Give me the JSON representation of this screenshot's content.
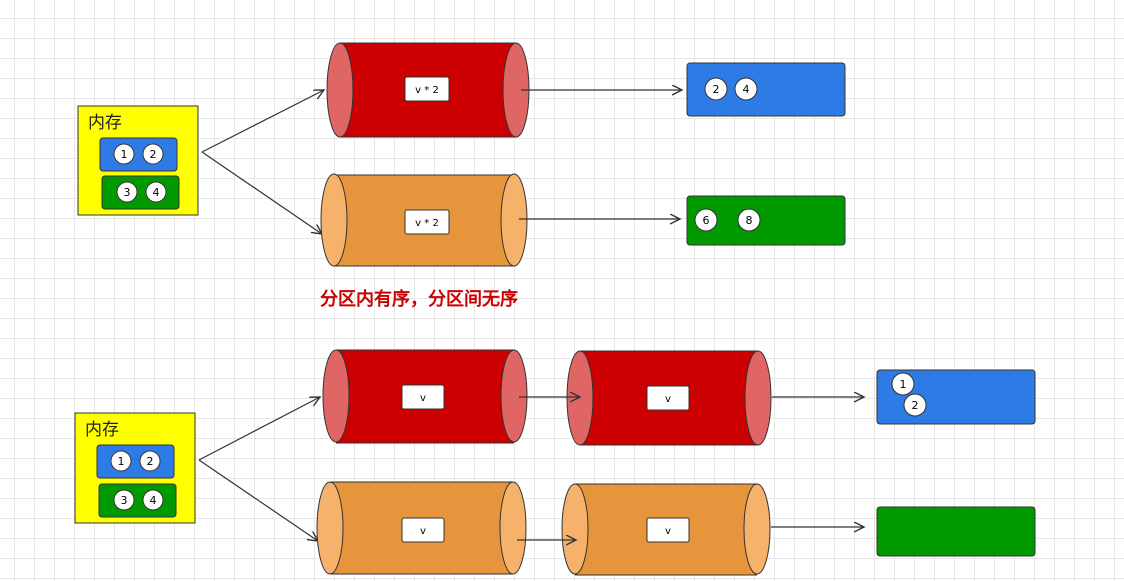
{
  "colors": {
    "memory_yellow": "#ffff00",
    "red_body": "#cc0000",
    "red_cap": "#e06666",
    "orange_body": "#e6953c",
    "orange_cap": "#f6b26b",
    "blue": "#2f7be6",
    "green": "#009900",
    "caption_red": "#cc0000"
  },
  "top": {
    "memory": {
      "label": "内存",
      "partition1": [
        "1",
        "2"
      ],
      "partition2": [
        "3",
        "4"
      ]
    },
    "pipes": [
      {
        "op": "v * 2",
        "color": "red"
      },
      {
        "op": "v * 2",
        "color": "orange"
      }
    ],
    "outputs": [
      {
        "color": "blue",
        "values": [
          "2",
          "4"
        ]
      },
      {
        "color": "green",
        "values": [
          "6",
          "8"
        ]
      }
    ]
  },
  "caption": "分区内有序，分区间无序",
  "bottom": {
    "memory": {
      "label": "内存",
      "partition1": [
        "1",
        "2"
      ],
      "partition2": [
        "3",
        "4"
      ]
    },
    "pipes": [
      {
        "color": "red",
        "stages": [
          "v",
          "v"
        ]
      },
      {
        "color": "orange",
        "stages": [
          "v",
          "v"
        ]
      }
    ],
    "outputs": [
      {
        "color": "blue",
        "values": [
          "1",
          "2"
        ]
      },
      {
        "color": "green",
        "values": []
      }
    ]
  }
}
